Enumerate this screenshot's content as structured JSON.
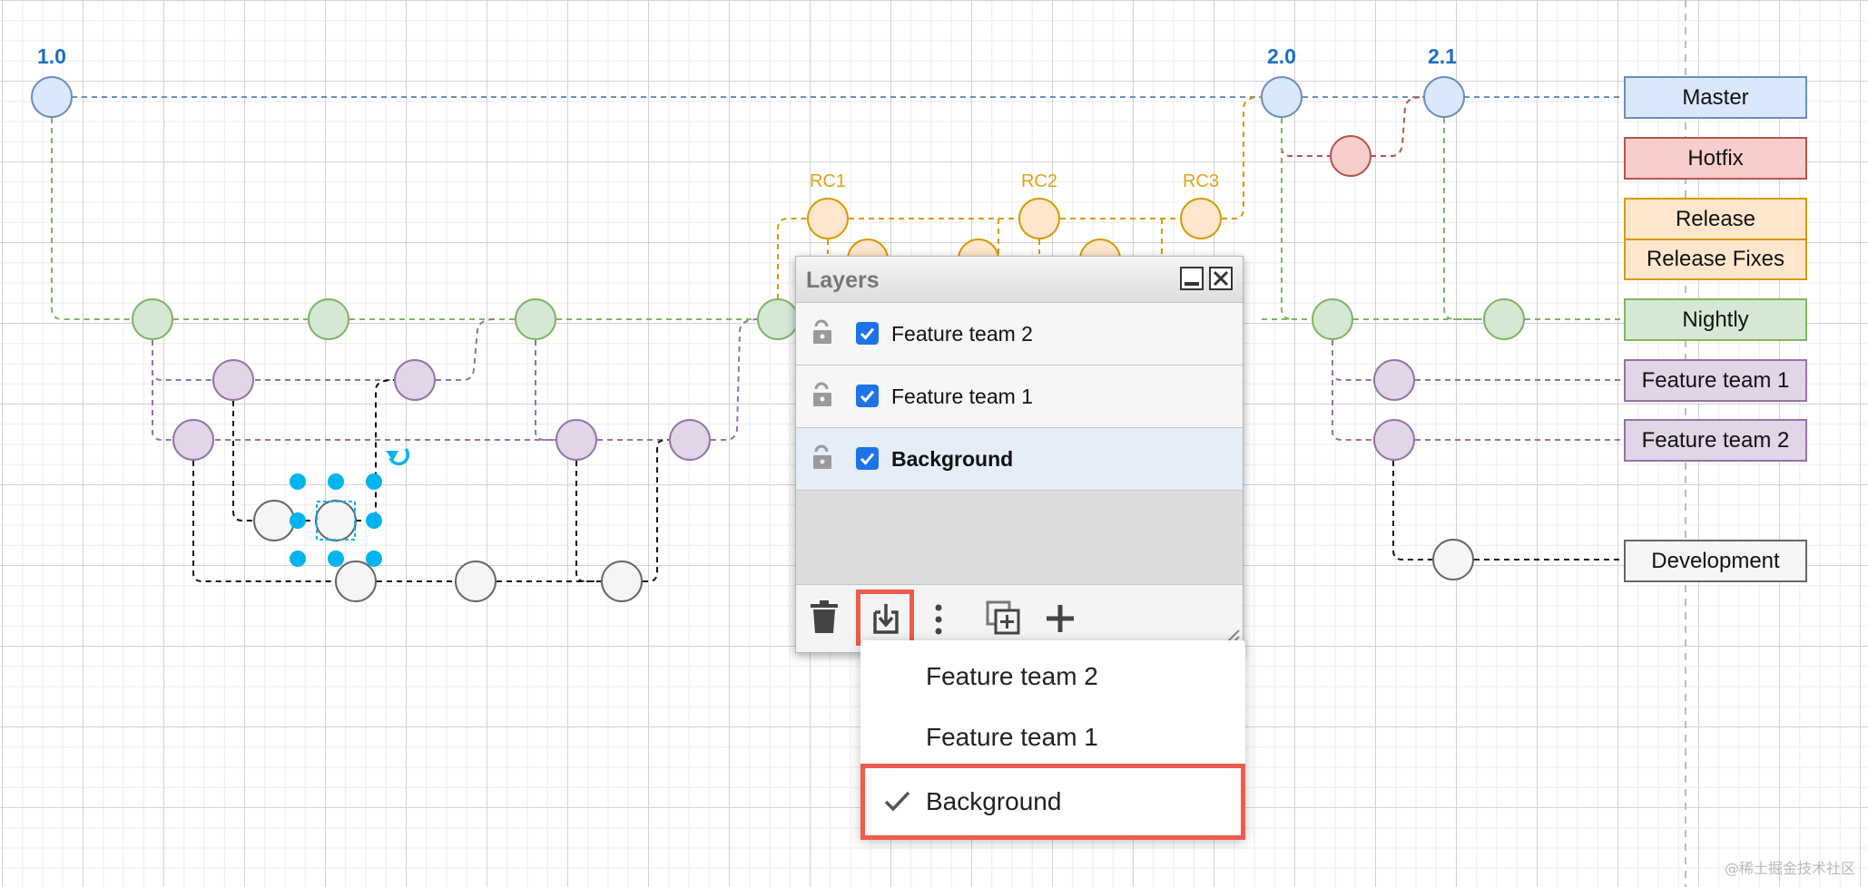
{
  "versions": [
    "1.0",
    "2.0",
    "2.1"
  ],
  "release_candidates": [
    "RC1",
    "RC2",
    "RC3"
  ],
  "legend": [
    "Master",
    "Hotfix",
    "Release",
    "Release Fixes",
    "Nightly",
    "Feature team 1",
    "Feature team 2",
    "Development"
  ],
  "colors": {
    "master": "#dae8fc",
    "master_stroke": "#6c8ebf",
    "hotfix": "#f8cecc",
    "hotfix_stroke": "#b85450",
    "release": "#ffe6cc",
    "release_stroke": "#d79b00",
    "nightly": "#d5e8d4",
    "nightly_stroke": "#82b366",
    "feature": "#e1d5e7",
    "feature_stroke": "#9673a6",
    "development": "#f5f5f5",
    "development_stroke": "#666666",
    "selection": "#00b4f0",
    "highlight": "#ef5b4d"
  },
  "layers_panel": {
    "title": "Layers",
    "layers": [
      {
        "label": "Feature team 2",
        "visible": true,
        "selected": false
      },
      {
        "label": "Feature team 1",
        "visible": true,
        "selected": false
      },
      {
        "label": "Background",
        "visible": true,
        "selected": true
      }
    ],
    "toolbar_icons": [
      "trash-icon",
      "move-selection-icon",
      "more-vertical-icon",
      "duplicate-icon",
      "plus-icon"
    ]
  },
  "move_dropdown": {
    "items": [
      {
        "label": "Feature team 2",
        "checked": false
      },
      {
        "label": "Feature team 1",
        "checked": false
      },
      {
        "label": "Background",
        "checked": true
      }
    ]
  },
  "watermark": "@稀土掘金技术社区"
}
